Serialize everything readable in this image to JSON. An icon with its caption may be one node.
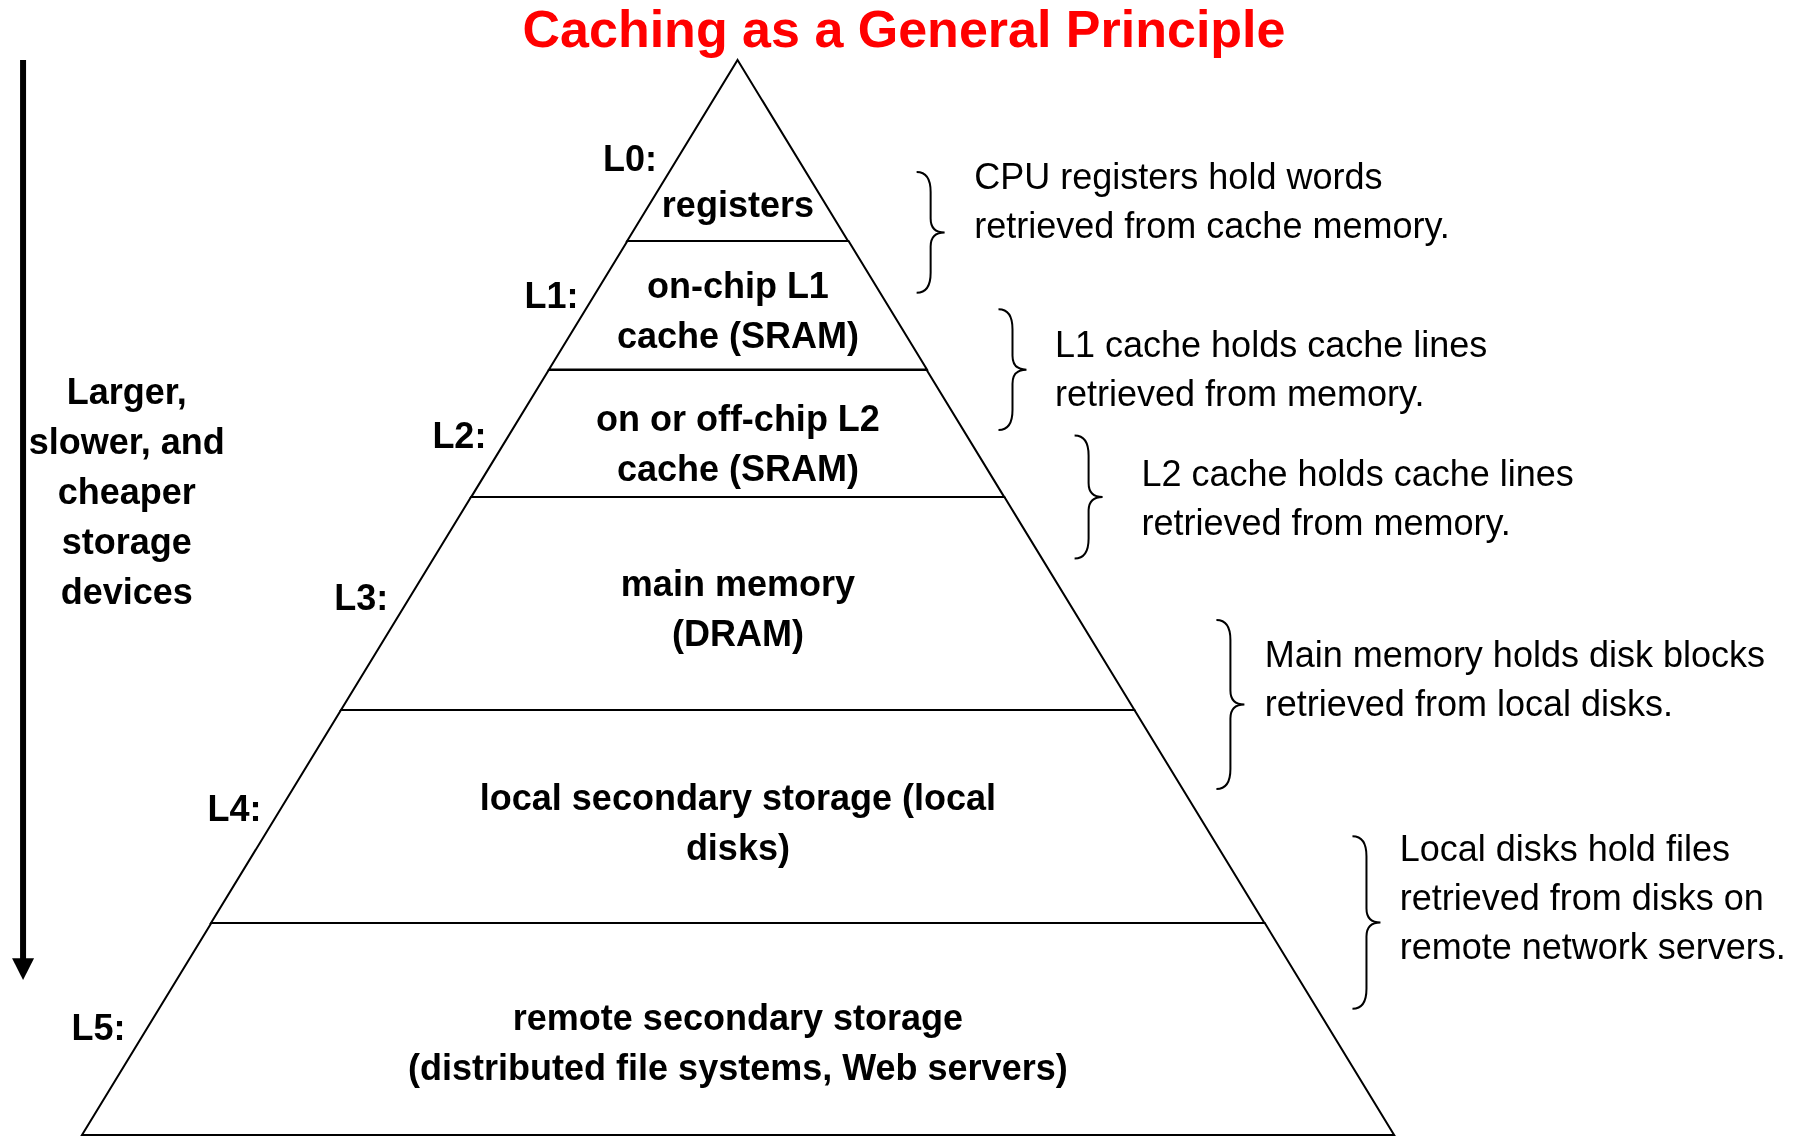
{
  "diagram": {
    "title": "Caching as a General Principle",
    "nodes": [
      {
        "text": [
          "registers"
        ]
      },
      {
        "text": [
          "on-chip L1 cache (SRAM)"
        ]
      },
      {
        "text": [
          "on or off-chip L2 cache (SRAM)"
        ]
      },
      {
        "text": [
          "main memory (DRAM)"
        ]
      },
      {
        "text": [
          "local secondary storage (local disks)"
        ]
      },
      {
        "text": [
          "remote secondary storage",
          "(distributed file systems, Web servers)"
        ]
      }
    ],
    "edges": [],
    "labels": [
      "L0:",
      "L1:",
      "L2:",
      "L3:",
      "L4:",
      "L5:",
      "Larger, slower, and cheaper storage devices",
      "CPU registers hold words retrieved from cache memory.",
      "L1 cache holds cache lines retrieved from memory.",
      "L2 cache holds cache lines retrieved from memory.",
      "Main memory holds disk blocks retrieved from local disks.",
      "Local disks hold files retrieved from disks on remote network servers."
    ]
  }
}
